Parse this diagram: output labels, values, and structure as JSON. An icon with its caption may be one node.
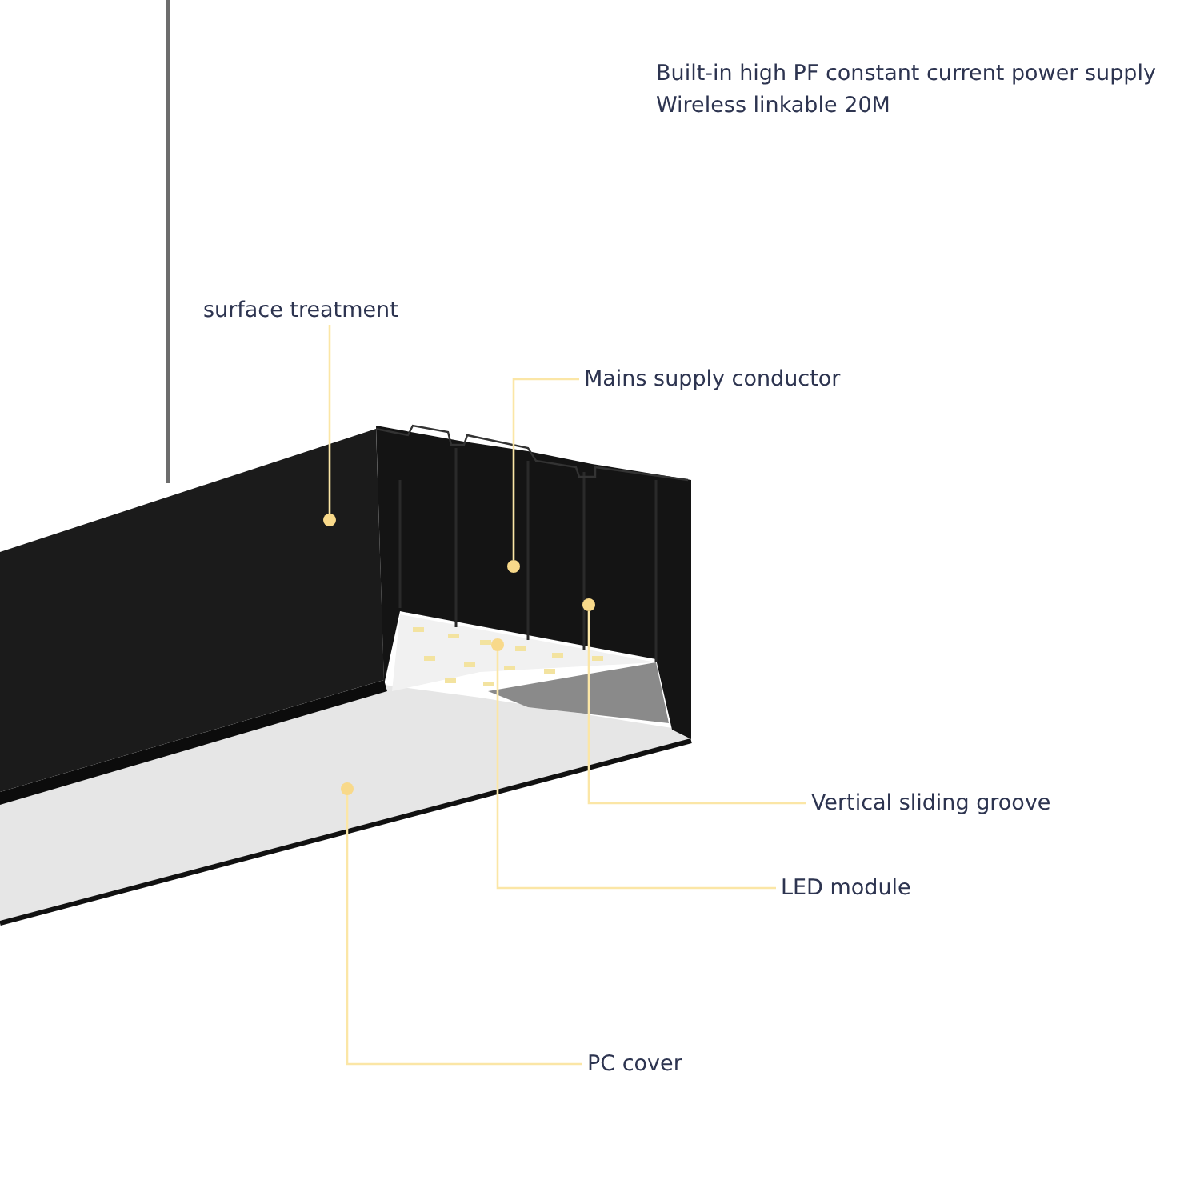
{
  "diagram": {
    "nodes": [
      {
        "text": [
          "surface treatment"
        ]
      },
      {
        "text": [
          "Mains supply conductor"
        ]
      },
      {
        "text": [
          "Vertical sliding groove"
        ]
      },
      {
        "text": [
          "LED module"
        ]
      },
      {
        "text": [
          "PC cover"
        ]
      },
      {
        "text": [],
        "shape": "circle"
      },
      {
        "text": [],
        "shape": "circle"
      },
      {
        "text": [],
        "shape": "circle"
      },
      {
        "text": [],
        "shape": "circle"
      },
      {
        "text": [],
        "shape": "circle"
      }
    ],
    "edges": [
      {
        "from": 0,
        "to": 5,
        "arrow": "none"
      },
      {
        "from": 1,
        "to": 6,
        "arrow": "none"
      },
      {
        "from": 2,
        "to": 7,
        "arrow": "none"
      },
      {
        "from": 3,
        "to": 8,
        "arrow": "none"
      },
      {
        "from": 4,
        "to": 9,
        "arrow": "none"
      }
    ],
    "labels": [
      "Built-in high PF constant current power supply",
      "Wireless linkable 20M"
    ]
  }
}
